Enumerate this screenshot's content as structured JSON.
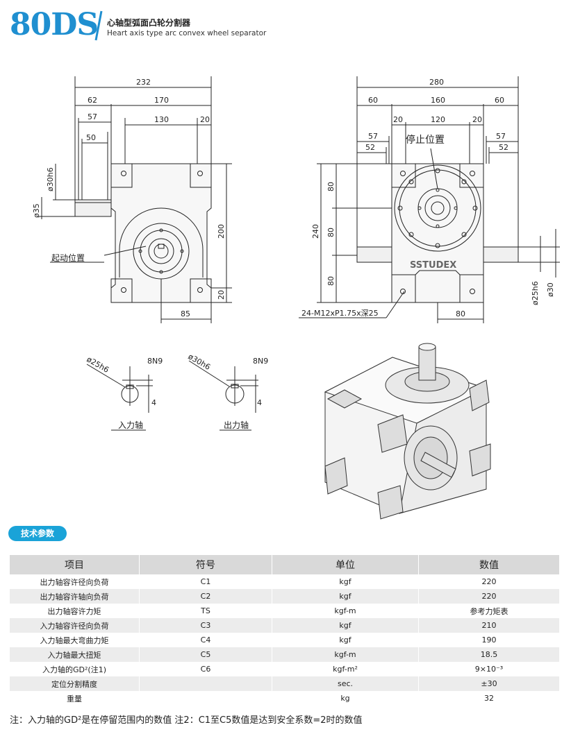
{
  "header": {
    "model": "80DS",
    "title_zh": "心轴型弧面凸轮分割器",
    "title_en": "Heart axis type arc convex wheel separator",
    "accent_color": "#1f8fd0"
  },
  "drawing": {
    "side_view": {
      "dims": [
        "232",
        "62",
        "170",
        "57",
        "130",
        "20",
        "50",
        "ø30h6",
        "ø35",
        "200",
        "20",
        "85"
      ],
      "label_start": "起动位置"
    },
    "front_view": {
      "dims": [
        "280",
        "60",
        "160",
        "60",
        "20",
        "120",
        "20",
        "57",
        "57",
        "52",
        "52",
        "80",
        "240",
        "80",
        "80",
        "ø25h6",
        "ø30",
        "80"
      ],
      "label_stop": "停止位置",
      "brand": "SSTUDEX",
      "thread_note": "24-M12xP1.75x深25"
    },
    "shaft_sections": {
      "input": {
        "dia": "ø25h6",
        "key": "8N9",
        "depth": "4",
        "caption": "入力轴"
      },
      "output": {
        "dia": "ø30h6",
        "key": "8N9",
        "depth": "4",
        "caption": "出力轴"
      }
    }
  },
  "section_badge": "技术参数",
  "spec_table": {
    "headers": [
      "项目",
      "符号",
      "单位",
      "数值"
    ],
    "rows": [
      [
        "出力轴容许径向负荷",
        "C1",
        "kgf",
        "220"
      ],
      [
        "出力轴容许轴向负荷",
        "C2",
        "kgf",
        "220"
      ],
      [
        "出力轴容许力矩",
        "TS",
        "kgf-m",
        "参考力矩表"
      ],
      [
        "入力轴容许径向负荷",
        "C3",
        "kgf",
        "210"
      ],
      [
        "入力轴最大弯曲力矩",
        "C4",
        "kgf",
        "190"
      ],
      [
        "入力轴最大扭矩",
        "C5",
        "kgf-m",
        "18.5"
      ],
      [
        "入力轴的GD²(注1)",
        "C6",
        "kgf-m²",
        "9×10⁻³"
      ],
      [
        "定位分割精度",
        "",
        "sec.",
        "±30"
      ],
      [
        "重量",
        "",
        "kg",
        "32"
      ]
    ]
  },
  "footnote": "注：入力轴的GD²是在停留范围内的数值    注2：C1至C5数值是达到安全系数=2时的数值",
  "colors": {
    "badge": "#1aa3d8",
    "table_header": "#d9d9d9",
    "table_stripe": "#ececec"
  }
}
